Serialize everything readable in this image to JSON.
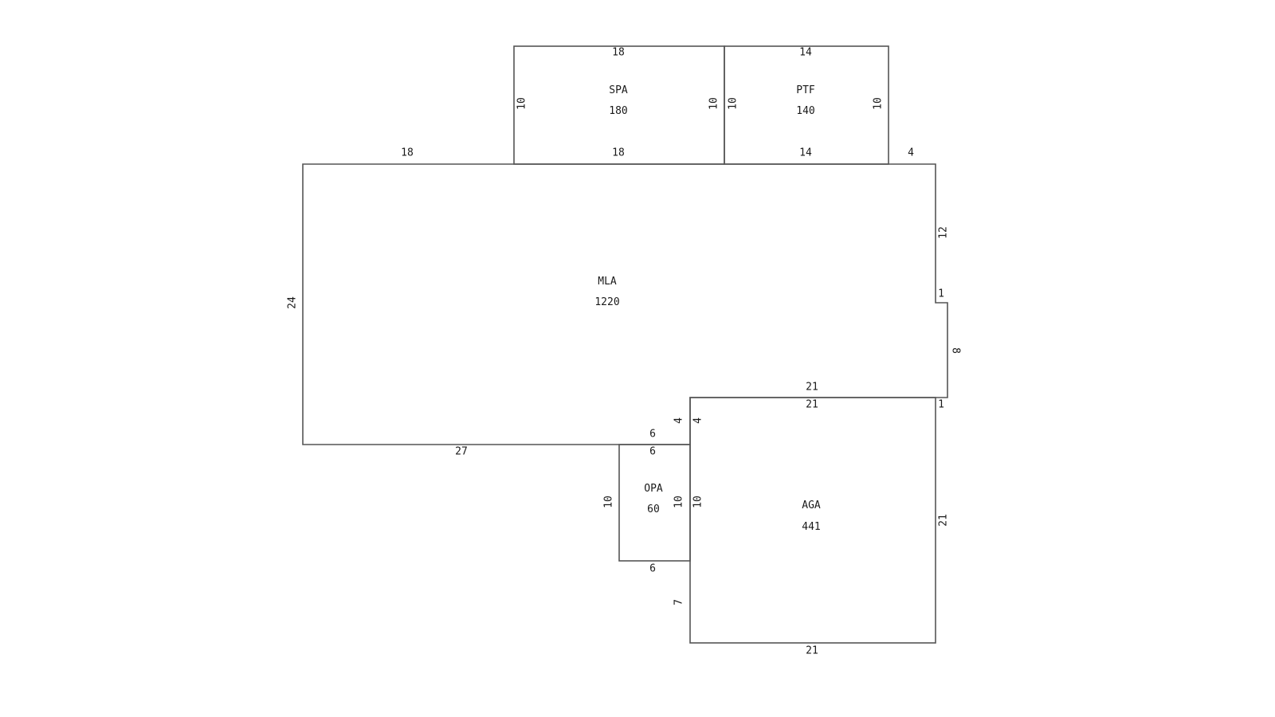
{
  "areas": {
    "mla": {
      "code": "MLA",
      "value": "1220"
    },
    "spa": {
      "code": "SPA",
      "value": "180"
    },
    "ptf": {
      "code": "PTF",
      "value": "140"
    },
    "opa": {
      "code": "OPA",
      "value": "60"
    },
    "aga": {
      "code": "AGA",
      "value": "441"
    }
  },
  "dimensions": {
    "mla_top_left": "18",
    "mla_top_right": "4",
    "mla_left": "24",
    "mla_right_upper": "12",
    "mla_right_step_top": "1",
    "mla_right_lower": "8",
    "mla_bottom": "27",
    "mla_bottom_notch": "6",
    "mla_notch_side": "4",
    "mla_shared_aga_top": "21",
    "spa_top": "18",
    "spa_bottom": "18",
    "spa_left": "10",
    "spa_right": "10",
    "ptf_top": "14",
    "ptf_bottom": "14",
    "ptf_left": "10",
    "ptf_right": "10",
    "opa_top": "6",
    "opa_bottom": "6",
    "opa_left": "10",
    "opa_right": "10",
    "aga_top": "21",
    "aga_top_corner": "1",
    "aga_left_upper": "4",
    "aga_left_mid": "10",
    "aga_left_lower": "7",
    "aga_right": "21",
    "aga_bottom": "21"
  }
}
